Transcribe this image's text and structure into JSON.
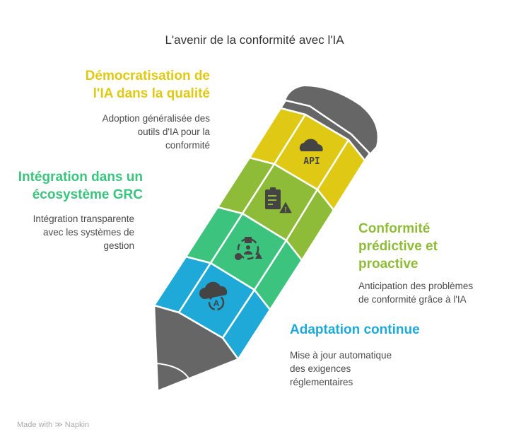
{
  "title": "L'avenir de la conformité avec l'IA",
  "items": [
    {
      "heading_lines": [
        "Démocratisation de",
        "l'IA dans la qualité"
      ],
      "desc_lines": [
        "Adoption généralisée des",
        "outils d'IA pour la",
        "conformité"
      ],
      "color": "#E0C915",
      "icon": "cloud-api-icon",
      "icon_text": "API"
    },
    {
      "heading_lines": [
        "Conformité",
        "prédictive et",
        "proactive"
      ],
      "desc_lines": [
        "Anticipation des problèmes",
        "de conformité grâce à l'IA"
      ],
      "color": "#8FBC38",
      "icon": "clipboard-warning-icon"
    },
    {
      "heading_lines": [
        "Intégration dans un",
        "écosystème GRC"
      ],
      "desc_lines": [
        "Intégration transparente",
        "avec les systèmes de",
        "gestion"
      ],
      "color": "#3CC47F",
      "icon": "ecosystem-icon"
    },
    {
      "heading_lines": [
        "Adaptation continue"
      ],
      "desc_lines": [
        "Mise à jour automatique",
        "des exigences",
        "réglementaires"
      ],
      "color": "#1FA9D8",
      "icon": "cloud-auto-update-icon"
    }
  ],
  "footer": {
    "made_with": "Made with",
    "brand": "Napkin"
  },
  "pencil_colors": {
    "body_gray": "#666666"
  }
}
